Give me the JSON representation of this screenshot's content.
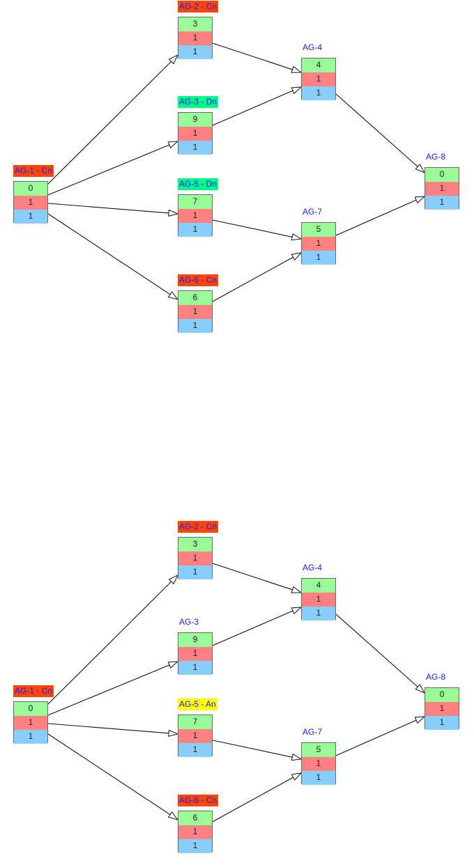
{
  "colors": {
    "cn": "#ff4500",
    "dn": "#00fa86",
    "an": "#ffff00",
    "none": "transparent",
    "label_text": "#1a1aff",
    "row_top": "#98fb98",
    "row_mid": "#ff8080",
    "row_bottom": "#87cefa"
  },
  "diagrams": [
    {
      "nodes": [
        {
          "id": "AG-1",
          "label": "AG-1 - Cn",
          "status": "cn",
          "values": [
            "0",
            "1",
            "1"
          ]
        },
        {
          "id": "AG-2",
          "label": "AG-2 - Cn",
          "status": "cn",
          "values": [
            "3",
            "1",
            "1"
          ]
        },
        {
          "id": "AG-3",
          "label": "AG-3 - Dn",
          "status": "dn",
          "values": [
            "9",
            "1",
            "1"
          ]
        },
        {
          "id": "AG-4",
          "label": "AG-4",
          "status": "none",
          "values": [
            "4",
            "1",
            "1"
          ]
        },
        {
          "id": "AG-5",
          "label": "AG-5 - Dn",
          "status": "dn",
          "values": [
            "7",
            "1",
            "1"
          ]
        },
        {
          "id": "AG-6",
          "label": "AG-6 - Cn",
          "status": "cn",
          "values": [
            "6",
            "1",
            "1"
          ]
        },
        {
          "id": "AG-7",
          "label": "AG-7",
          "status": "none",
          "values": [
            "5",
            "1",
            "1"
          ]
        },
        {
          "id": "AG-8",
          "label": "AG-8",
          "status": "none",
          "values": [
            "0",
            "1",
            "1"
          ]
        }
      ],
      "edges": [
        [
          "AG-1",
          "AG-2"
        ],
        [
          "AG-1",
          "AG-3"
        ],
        [
          "AG-1",
          "AG-5"
        ],
        [
          "AG-1",
          "AG-6"
        ],
        [
          "AG-2",
          "AG-4"
        ],
        [
          "AG-3",
          "AG-4"
        ],
        [
          "AG-5",
          "AG-7"
        ],
        [
          "AG-6",
          "AG-7"
        ],
        [
          "AG-4",
          "AG-8"
        ],
        [
          "AG-7",
          "AG-8"
        ]
      ]
    },
    {
      "nodes": [
        {
          "id": "AG-1",
          "label": "AG-1 - Cn",
          "status": "cn",
          "values": [
            "0",
            "1",
            "1"
          ]
        },
        {
          "id": "AG-2",
          "label": "AG-2 - Cn",
          "status": "cn",
          "values": [
            "3",
            "1",
            "1"
          ]
        },
        {
          "id": "AG-3",
          "label": "AG-3",
          "status": "none",
          "values": [
            "9",
            "1",
            "1"
          ]
        },
        {
          "id": "AG-4",
          "label": "AG-4",
          "status": "none",
          "values": [
            "4",
            "1",
            "1"
          ]
        },
        {
          "id": "AG-5",
          "label": "AG-5 - An",
          "status": "an",
          "values": [
            "7",
            "1",
            "1"
          ]
        },
        {
          "id": "AG-6",
          "label": "AG-6 - Cn",
          "status": "cn",
          "values": [
            "6",
            "1",
            "1"
          ]
        },
        {
          "id": "AG-7",
          "label": "AG-7",
          "status": "none",
          "values": [
            "5",
            "1",
            "1"
          ]
        },
        {
          "id": "AG-8",
          "label": "AG-8",
          "status": "none",
          "values": [
            "0",
            "1",
            "1"
          ]
        }
      ],
      "edges": [
        [
          "AG-1",
          "AG-2"
        ],
        [
          "AG-1",
          "AG-3"
        ],
        [
          "AG-1",
          "AG-5"
        ],
        [
          "AG-1",
          "AG-6"
        ],
        [
          "AG-2",
          "AG-4"
        ],
        [
          "AG-3",
          "AG-4"
        ],
        [
          "AG-5",
          "AG-7"
        ],
        [
          "AG-6",
          "AG-7"
        ],
        [
          "AG-4",
          "AG-8"
        ],
        [
          "AG-7",
          "AG-8"
        ]
      ]
    }
  ]
}
